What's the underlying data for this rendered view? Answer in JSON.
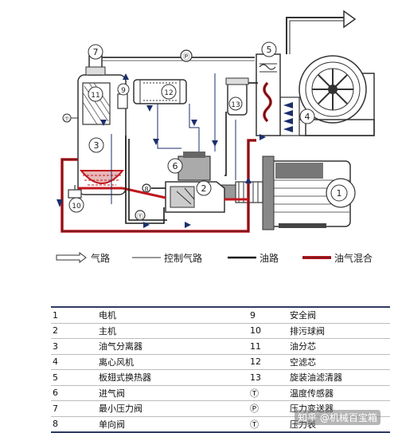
{
  "colors": {
    "line": "#1b2f6b",
    "oil": "#1a1a1a",
    "mix": "#c0171e",
    "accent": "#c0171e"
  },
  "diagram": {
    "labels": {
      "n1": "1",
      "n2": "2",
      "n3": "3",
      "n4": "4",
      "n5": "5",
      "n6": "6",
      "n7": "7",
      "n8": "8",
      "n9": "9",
      "n10": "10",
      "n11": "11",
      "n12": "12",
      "n13": "13",
      "temp_sensor": "Ⓣ",
      "pressure_transmitter": "Ⓟ",
      "pressure_gauge": "Ⓣ"
    }
  },
  "legend": {
    "air": "气路",
    "control_air": "控制气路",
    "oil": "油路",
    "mix": "油气混合"
  },
  "parts": [
    {
      "num": "1",
      "name": "电机",
      "num2": "9",
      "name2": "安全阀"
    },
    {
      "num": "2",
      "name": "主机",
      "num2": "10",
      "name2": "排污球阀"
    },
    {
      "num": "3",
      "name": "油气分离器",
      "num2": "11",
      "name2": "油分芯"
    },
    {
      "num": "4",
      "name": "离心风机",
      "num2": "12",
      "name2": "空滤芯"
    },
    {
      "num": "5",
      "name": "板翅式换热器",
      "num2": "13",
      "name2": "旋装油滤清器"
    },
    {
      "num": "6",
      "name": "进气阀",
      "num2": "Ⓣ",
      "name2": "温度传感器"
    },
    {
      "num": "7",
      "name": "最小压力阀",
      "num2": "Ⓟ",
      "name2": "压力变送器"
    },
    {
      "num": "8",
      "name": "单向阀",
      "num2": "Ⓣ",
      "name2": "压力表"
    }
  ],
  "watermark": "知乎 @机械百宝箱"
}
